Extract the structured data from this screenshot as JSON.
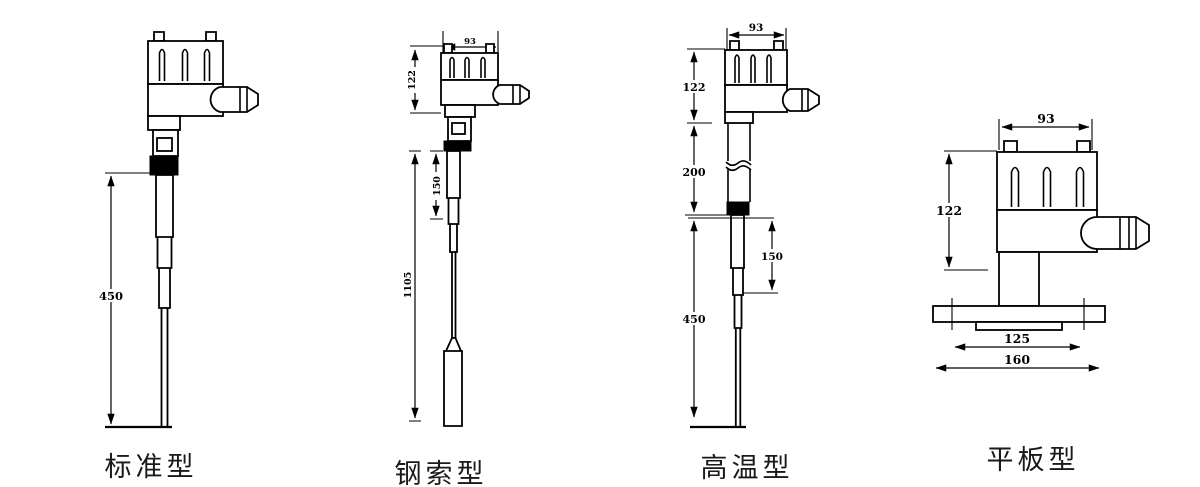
{
  "colors": {
    "background": "#ffffff",
    "line": "#000000"
  },
  "figures": [
    {
      "id": "standard",
      "caption": "标准型",
      "dims": {
        "probe_length": "450"
      }
    },
    {
      "id": "cable",
      "caption": "钢索型",
      "dims": {
        "housing_width": "93",
        "housing_height": "122",
        "rod_length": "150",
        "cable_length": "1105"
      }
    },
    {
      "id": "high-temperature",
      "caption": "高温型",
      "dims": {
        "housing_width": "93",
        "housing_height": "122",
        "extension_length": "200",
        "rod_length": "150",
        "probe_length": "450"
      }
    },
    {
      "id": "flat-flange",
      "caption": "平板型",
      "dims": {
        "housing_width": "93",
        "housing_height": "122",
        "flange_face_width": "125",
        "flange_width": "160"
      }
    }
  ]
}
